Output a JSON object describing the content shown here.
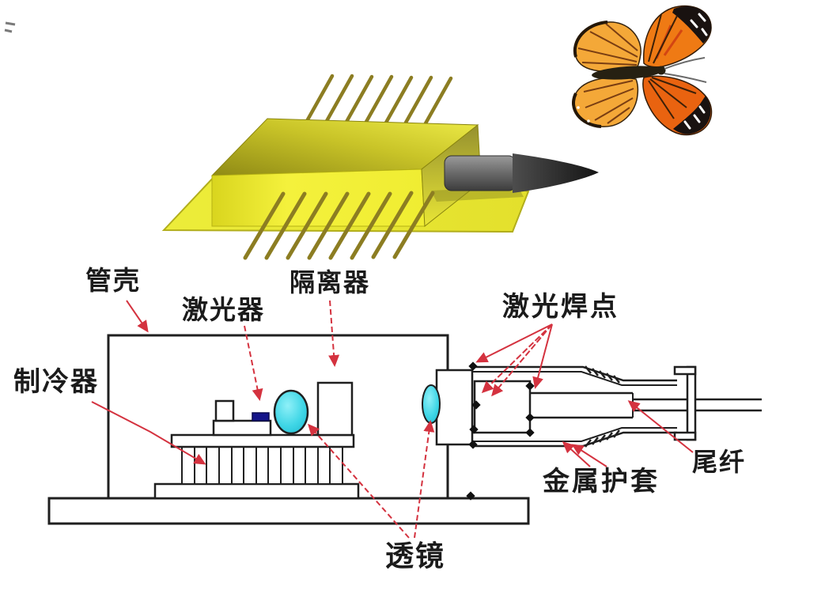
{
  "diagram": {
    "labels": {
      "shell": "管壳",
      "laser": "激光器",
      "isolator": "隔离器",
      "weld_spots": "激光焊点",
      "cooler": "制冷器",
      "lens": "透镜",
      "metal_sheath": "金属护套",
      "pigtail": "尾纤"
    },
    "colors": {
      "arrow_red": "#d4323f",
      "line_black": "#1f1f1f",
      "lens_cyan": "#3fd6e6",
      "laser_chip_blue": "#15158a",
      "package_yellow": "#f2ef3d",
      "pin_gold": "#8c7d22",
      "fiber_boot_gray": "#4a4a4a",
      "butterfly_orange": "#ef7a14",
      "butterfly_yellow": "#f4a838"
    }
  }
}
